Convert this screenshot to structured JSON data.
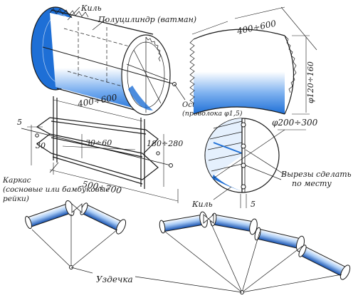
{
  "labels": {
    "keel_top": "Киль",
    "half_cylinder": "Полуцилиндр (ватман)",
    "dim_length": "400÷600",
    "dim_diameter": "φ120÷160",
    "axis_line1": "Ось",
    "axis_line2": "(проволока φ1,5)",
    "dim_frame_length": "400÷600",
    "dim_5": "5",
    "dim_30": "30",
    "dim_30_60": "30÷60",
    "dim_180_280": "180÷280",
    "dim_500_700": "500÷700",
    "frame_line1": "Каркас",
    "frame_line2": "(сосновые или бамбуковые",
    "frame_line3": "рейки)",
    "dim_200_300": "φ200÷300",
    "cutouts_line1": "Вырезы сделать",
    "cutouts_line2": "по месту",
    "keel_bottom": "Киль",
    "dim_5_bottom": "5",
    "bridle": "Уздечка"
  },
  "colors": {
    "ink": "#1a1a1a",
    "blue": "#1e6fd6",
    "blue_dark": "#1450b0",
    "paper": "#ffffff"
  }
}
